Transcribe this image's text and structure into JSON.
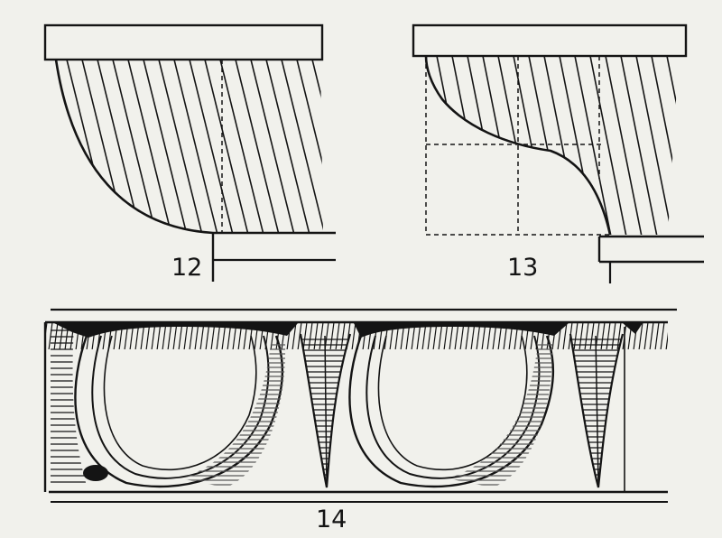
{
  "figures": [
    {
      "label": "12"
    },
    {
      "label": "13"
    },
    {
      "label": "14"
    }
  ],
  "colors": {
    "paper": "#f1f1ec",
    "ink": "#141414",
    "shade": "#5a5a5a"
  }
}
